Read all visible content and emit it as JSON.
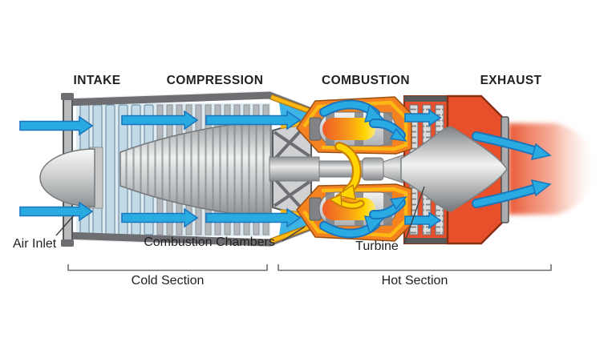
{
  "diagram": {
    "section_headers": [
      {
        "id": "intake",
        "label": "INTAKE"
      },
      {
        "id": "compression",
        "label": "COMPRESSION"
      },
      {
        "id": "combustion",
        "label": "COMBUSTION"
      },
      {
        "id": "exhaust",
        "label": "EXHAUST"
      }
    ],
    "callouts": [
      {
        "id": "air-inlet",
        "label": "Air Inlet"
      },
      {
        "id": "combustion-chambers",
        "label": "Combustion Chambers"
      },
      {
        "id": "turbine",
        "label": "Turbine"
      }
    ],
    "range_brackets": [
      {
        "id": "cold-section",
        "label": "Cold Section"
      },
      {
        "id": "hot-section",
        "label": "Hot Section"
      }
    ],
    "icons": {
      "airflow_arrow": "cyan right-pointing flow arrow",
      "rotation_arrow": "yellow curved shaft-rotation arrow"
    }
  },
  "colors": {
    "airflow_blue": "#29abe2",
    "airflow_blue_dark": "#1b75bc",
    "casing_orange": "#f58220",
    "lining_yellow": "#fdb913",
    "hot_red": "#e8502b",
    "flame_orange": "#f15a24",
    "flame_yellow": "#ffd400",
    "metal_light": "#e6e7e8",
    "metal_mid": "#a7a9ac",
    "metal_dark": "#58595b",
    "steel_blue": "#c3dbe6",
    "rotation_yellow": "#ffd400",
    "label_text": "#231f20"
  }
}
